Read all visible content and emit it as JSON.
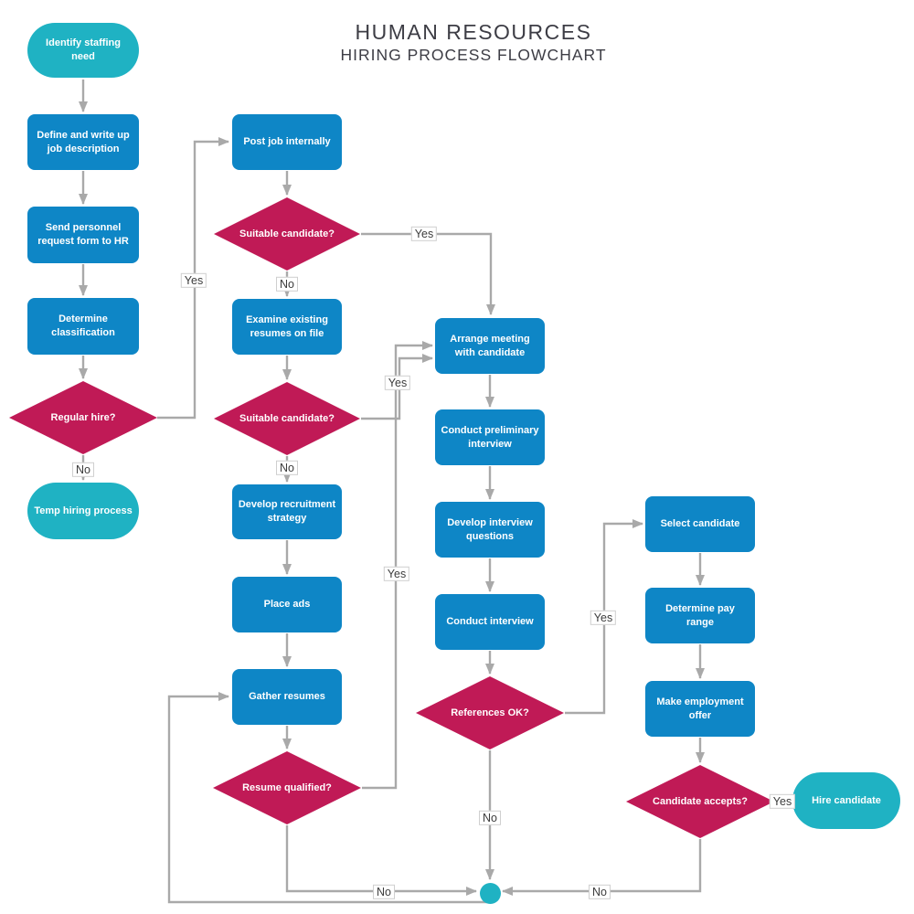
{
  "title": {
    "line1": "HUMAN RESOURCES",
    "line2": "HIRING PROCESS FLOWCHART"
  },
  "colors": {
    "process": "#0E86C6",
    "decision": "#C01A56",
    "terminal": "#1FB2C3",
    "edge": "#A9A9A9",
    "node_text": "#FFFFFF",
    "label_text": "#3C3C3C",
    "title_text": "#3D3D45",
    "label_border": "#CFCFCF",
    "bg": "#FFFFFF"
  },
  "nodes": {
    "identify_staffing_need": {
      "label": "Identify staffing need",
      "type": "terminator"
    },
    "define_job_description": {
      "label": "Define and write up job description",
      "type": "process"
    },
    "send_personnel_request": {
      "label": "Send personnel request form to HR",
      "type": "process"
    },
    "determine_classification": {
      "label": "Determine classification",
      "type": "process"
    },
    "regular_hire": {
      "label": "Regular hire?",
      "type": "decision"
    },
    "temp_hiring_process": {
      "label": "Temp hiring process",
      "type": "terminator"
    },
    "post_job_internally": {
      "label": "Post job internally",
      "type": "process"
    },
    "suitable_candidate_1": {
      "label": "Suitable candidate?",
      "type": "decision"
    },
    "examine_existing_resumes": {
      "label": "Examine existing resumes on file",
      "type": "process"
    },
    "suitable_candidate_2": {
      "label": "Suitable candidate?",
      "type": "decision"
    },
    "develop_recruitment_strategy": {
      "label": "Develop recruitment strategy",
      "type": "process"
    },
    "place_ads": {
      "label": "Place ads",
      "type": "process"
    },
    "gather_resumes": {
      "label": "Gather resumes",
      "type": "process"
    },
    "resume_qualified": {
      "label": "Resume qualified?",
      "type": "decision"
    },
    "arrange_meeting": {
      "label": "Arrange meeting with candidate",
      "type": "process"
    },
    "conduct_preliminary_interview": {
      "label": "Conduct preliminary interview",
      "type": "process"
    },
    "develop_interview_questions": {
      "label": "Develop interview questions",
      "type": "process"
    },
    "conduct_interview": {
      "label": "Conduct interview",
      "type": "process"
    },
    "references_ok": {
      "label": "References OK?",
      "type": "decision"
    },
    "select_candidate": {
      "label": "Select candidate",
      "type": "process"
    },
    "determine_pay_range": {
      "label": "Determine pay range",
      "type": "process"
    },
    "make_employment_offer": {
      "label": "Make employment offer",
      "type": "process"
    },
    "candidate_accepts": {
      "label": "Candidate accepts?",
      "type": "decision"
    },
    "hire_candidate": {
      "label": "Hire candidate",
      "type": "terminator"
    },
    "junction": {
      "type": "connector"
    }
  },
  "edges": [
    {
      "from": "identify_staffing_need",
      "to": "define_job_description",
      "label": ""
    },
    {
      "from": "define_job_description",
      "to": "send_personnel_request",
      "label": ""
    },
    {
      "from": "send_personnel_request",
      "to": "determine_classification",
      "label": ""
    },
    {
      "from": "determine_classification",
      "to": "regular_hire",
      "label": ""
    },
    {
      "from": "regular_hire",
      "to": "post_job_internally",
      "label": "Yes"
    },
    {
      "from": "regular_hire",
      "to": "temp_hiring_process",
      "label": "No"
    },
    {
      "from": "post_job_internally",
      "to": "suitable_candidate_1",
      "label": ""
    },
    {
      "from": "suitable_candidate_1",
      "to": "arrange_meeting",
      "label": "Yes"
    },
    {
      "from": "suitable_candidate_1",
      "to": "examine_existing_resumes",
      "label": "No"
    },
    {
      "from": "examine_existing_resumes",
      "to": "suitable_candidate_2",
      "label": ""
    },
    {
      "from": "suitable_candidate_2",
      "to": "arrange_meeting",
      "label": "Yes"
    },
    {
      "from": "suitable_candidate_2",
      "to": "develop_recruitment_strategy",
      "label": "No"
    },
    {
      "from": "develop_recruitment_strategy",
      "to": "place_ads",
      "label": ""
    },
    {
      "from": "place_ads",
      "to": "gather_resumes",
      "label": ""
    },
    {
      "from": "gather_resumes",
      "to": "resume_qualified",
      "label": ""
    },
    {
      "from": "resume_qualified",
      "to": "arrange_meeting",
      "label": "Yes"
    },
    {
      "from": "resume_qualified",
      "to": "junction",
      "label": "No"
    },
    {
      "from": "arrange_meeting",
      "to": "conduct_preliminary_interview",
      "label": ""
    },
    {
      "from": "conduct_preliminary_interview",
      "to": "develop_interview_questions",
      "label": ""
    },
    {
      "from": "develop_interview_questions",
      "to": "conduct_interview",
      "label": ""
    },
    {
      "from": "conduct_interview",
      "to": "references_ok",
      "label": ""
    },
    {
      "from": "references_ok",
      "to": "select_candidate",
      "label": "Yes"
    },
    {
      "from": "references_ok",
      "to": "junction",
      "label": "No"
    },
    {
      "from": "select_candidate",
      "to": "determine_pay_range",
      "label": ""
    },
    {
      "from": "determine_pay_range",
      "to": "make_employment_offer",
      "label": ""
    },
    {
      "from": "make_employment_offer",
      "to": "candidate_accepts",
      "label": ""
    },
    {
      "from": "candidate_accepts",
      "to": "hire_candidate",
      "label": "Yes"
    },
    {
      "from": "candidate_accepts",
      "to": "junction",
      "label": "No"
    },
    {
      "from": "junction",
      "to": "gather_resumes",
      "label": ""
    }
  ]
}
